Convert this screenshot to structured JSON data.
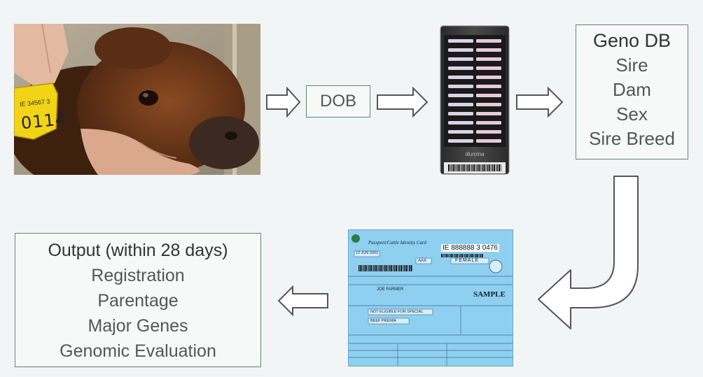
{
  "dob_box": {
    "label": "DOB"
  },
  "geno_db": {
    "title": "Geno DB",
    "items": [
      "Sire",
      "Dam",
      "Sex",
      "Sire Breed"
    ]
  },
  "output_box": {
    "title": "Output (within 28 days)",
    "items": [
      "Registration",
      "Parentage",
      "Major Genes",
      "Genomic Evaluation"
    ]
  },
  "ear_tag": {
    "line1": "IE 34567 3",
    "line2": "0114"
  },
  "chip": {
    "brand": "illumina"
  },
  "passport": {
    "title": "Passport/Cattle Identity Card",
    "tag_number": "IE 888888 3 0476",
    "sex": "FEMALE",
    "breed": "AAX",
    "date_of_issue": "12 JUN 2001",
    "stamp": "SAMPLE",
    "owner": "JOE FARMER",
    "status": "NOT ELIGIBLE FOR SPECIAL",
    "status2": "BEEF PREMIA"
  },
  "colors": {
    "box_border": "#5a8a6c",
    "arrow_stroke": "#555555",
    "passport_blue": "#8fcff0"
  }
}
